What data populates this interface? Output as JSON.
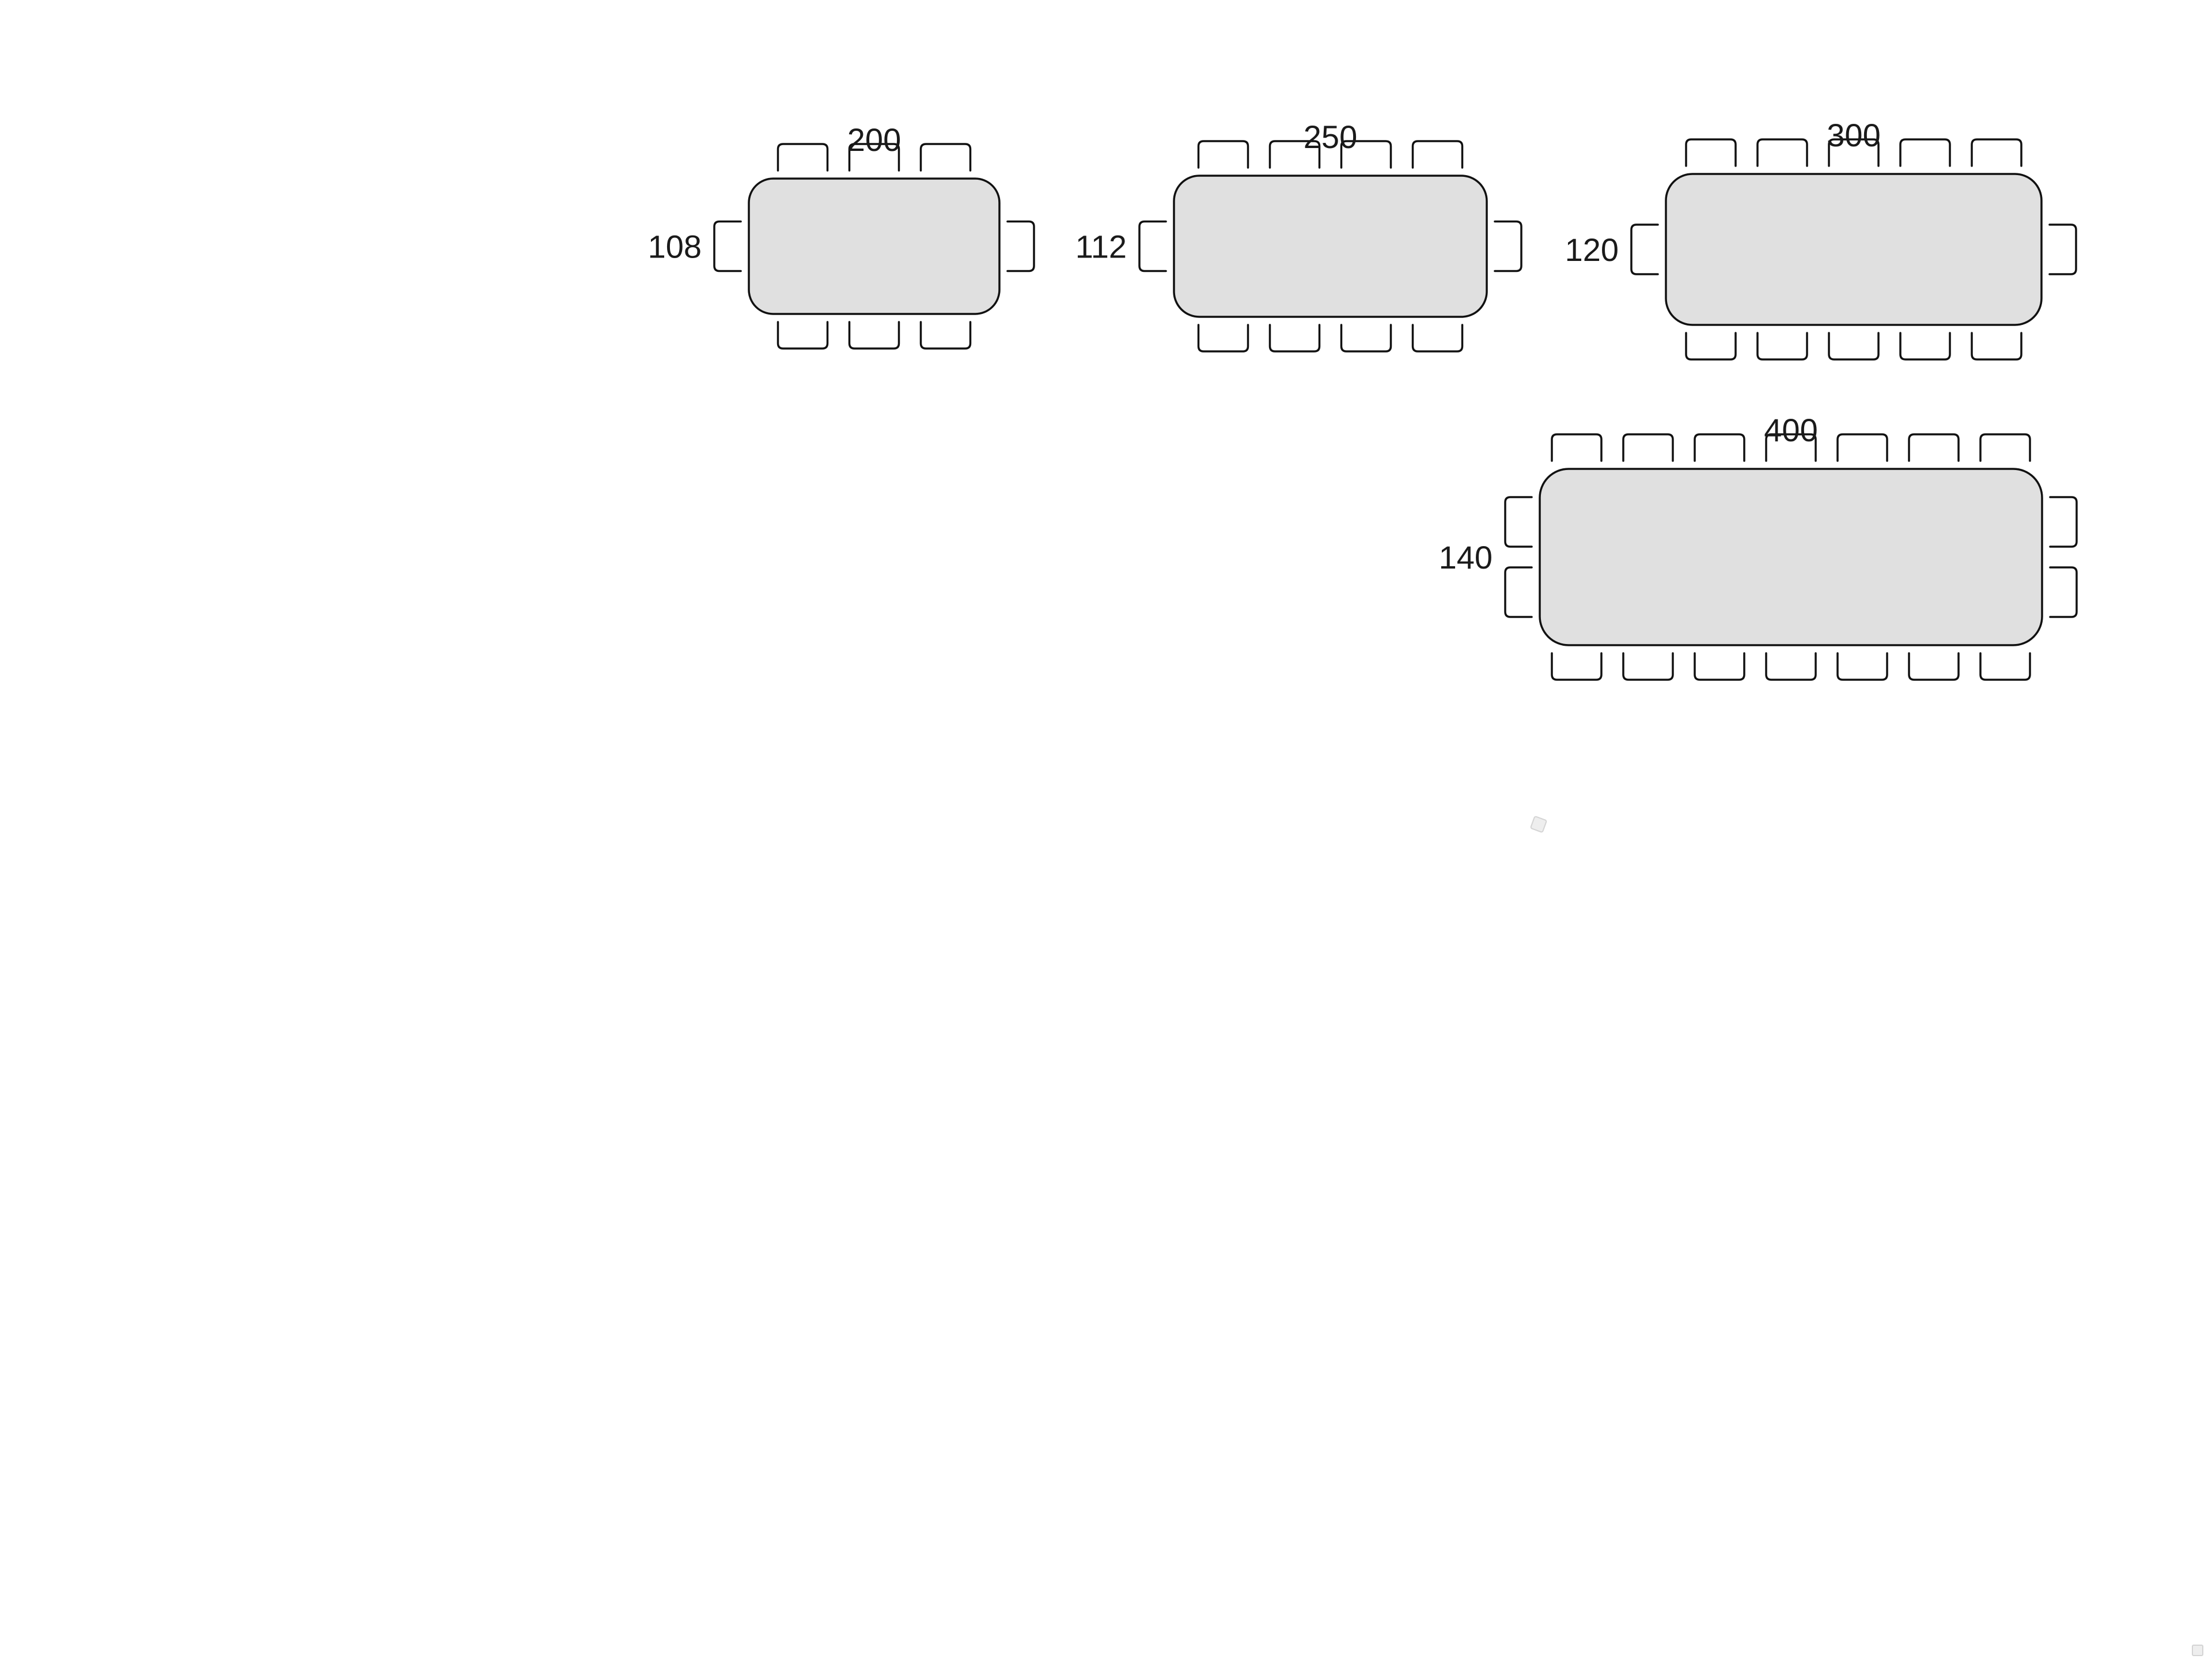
{
  "tables": [
    {
      "id": "t200",
      "length_label": "200",
      "width_label": "108",
      "chairs_per_long_side": 3,
      "chairs_per_short_side": 1
    },
    {
      "id": "t250",
      "length_label": "250",
      "width_label": "112",
      "chairs_per_long_side": 4,
      "chairs_per_short_side": 1
    },
    {
      "id": "t300",
      "length_label": "300",
      "width_label": "120",
      "chairs_per_long_side": 5,
      "chairs_per_short_side": 1
    },
    {
      "id": "t400",
      "length_label": "400",
      "width_label": "140",
      "chairs_per_long_side": 7,
      "chairs_per_short_side": 2
    }
  ],
  "colors": {
    "table_fill": "#e0e0e0",
    "outline": "#111111",
    "background": "#ffffff"
  }
}
